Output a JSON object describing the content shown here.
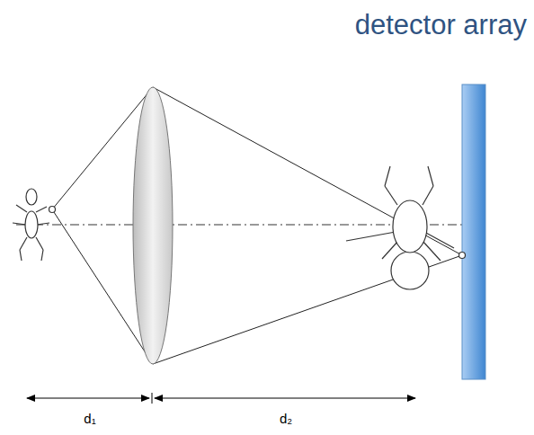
{
  "diagram": {
    "labels": [
      "detector array",
      "d₁",
      "d₂"
    ]
  }
}
